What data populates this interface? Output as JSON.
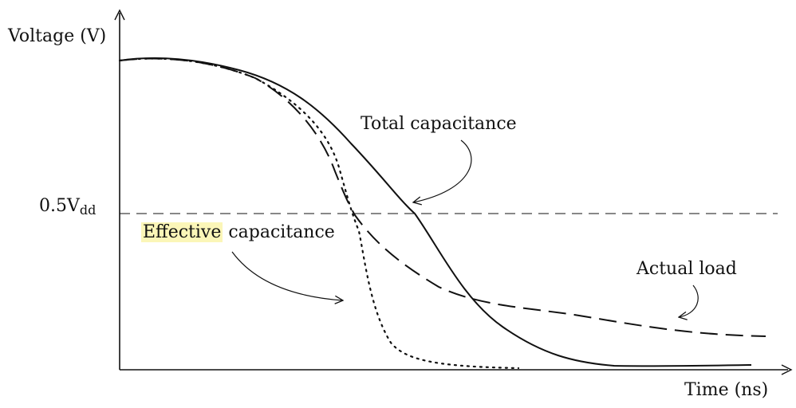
{
  "figure": {
    "y_axis_label": "Voltage (V)",
    "x_axis_label": "Time (ns)",
    "threshold_label": {
      "main": "0.5V",
      "subscript": "dd"
    },
    "annotations": {
      "total": "Total capacitance",
      "effective_highlight": "Effective",
      "effective_rest": " capacitance",
      "actual": "Actual load"
    },
    "highlight_color": "#fbf6b8"
  },
  "chart_data": {
    "type": "line",
    "xlabel": "Time (ns)",
    "ylabel": "Voltage (V)",
    "reference_lines": [
      {
        "label": "0.5Vdd",
        "style": "dashed",
        "y": 0.5
      }
    ],
    "series": [
      {
        "name": "Total capacitance",
        "style": "solid",
        "points": [
          [
            0,
            0.97
          ],
          [
            0.07,
            0.98
          ],
          [
            0.14,
            0.96
          ],
          [
            0.22,
            0.9
          ],
          [
            0.3,
            0.78
          ],
          [
            0.36,
            0.64
          ],
          [
            0.4,
            0.52
          ],
          [
            0.44,
            0.38
          ],
          [
            0.5,
            0.23
          ],
          [
            0.56,
            0.12
          ],
          [
            0.62,
            0.05
          ],
          [
            0.66,
            0.02
          ],
          [
            0.75,
            0.02
          ],
          [
            1.0,
            0.03
          ]
        ]
      },
      {
        "name": "Actual load",
        "style": "dashed",
        "points": [
          [
            0,
            0.97
          ],
          [
            0.07,
            0.98
          ],
          [
            0.14,
            0.96
          ],
          [
            0.22,
            0.88
          ],
          [
            0.27,
            0.75
          ],
          [
            0.31,
            0.58
          ],
          [
            0.34,
            0.46
          ],
          [
            0.4,
            0.33
          ],
          [
            0.5,
            0.23
          ],
          [
            0.6,
            0.19
          ],
          [
            0.72,
            0.14
          ],
          [
            0.84,
            0.11
          ],
          [
            1.0,
            0.11
          ]
        ]
      },
      {
        "name": "Effective capacitance",
        "style": "dotted",
        "points": [
          [
            0,
            0.97
          ],
          [
            0.07,
            0.98
          ],
          [
            0.14,
            0.96
          ],
          [
            0.22,
            0.89
          ],
          [
            0.27,
            0.78
          ],
          [
            0.32,
            0.57
          ],
          [
            0.34,
            0.45
          ],
          [
            0.37,
            0.31
          ],
          [
            0.39,
            0.14
          ],
          [
            0.42,
            0.06
          ],
          [
            0.49,
            0.02
          ],
          [
            0.63,
            0.01
          ]
        ]
      }
    ]
  }
}
